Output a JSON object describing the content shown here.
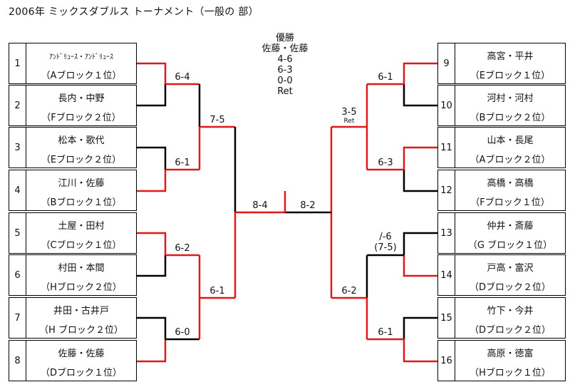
{
  "title": "2006年  ミックスダブルス  トーナメント（一般の 部）",
  "champion": {
    "label": "優勝",
    "names": "佐藤・佐藤",
    "scores": [
      "4-6",
      "6-3",
      "0-0",
      "Ret"
    ]
  },
  "left_entries": [
    {
      "num": "1",
      "names": "ｱﾝﾄﾞﾘｭｰｽ・ｱﾝﾄﾞﾘｭｰｽ",
      "block": "（Aブロック１位）"
    },
    {
      "num": "2",
      "names": "長内・中野",
      "block": "（Fブロック２位）"
    },
    {
      "num": "3",
      "names": "松本・歌代",
      "block": "（Eブロック２位）"
    },
    {
      "num": "4",
      "names": "江川・佐藤",
      "block": "（Bブロック１位）"
    },
    {
      "num": "5",
      "names": "土屋・田村",
      "block": "（Cブロック１位）"
    },
    {
      "num": "6",
      "names": "村田・本間",
      "block": "（Hブロック２位）"
    },
    {
      "num": "7",
      "names": "井田・古井戸",
      "block": "（H ブロック２位）"
    },
    {
      "num": "8",
      "names": "佐藤・佐藤",
      "block": "（Dブロック１位）"
    }
  ],
  "right_entries": [
    {
      "num": "9",
      "names": "高宮・平井",
      "block": "（Eブロック１位）"
    },
    {
      "num": "10",
      "names": "河村・河村",
      "block": "（Bブロック２位）"
    },
    {
      "num": "11",
      "names": "山本・長尾",
      "block": "（Aブロック２位）"
    },
    {
      "num": "12",
      "names": "高橋・高橋",
      "block": "（Fブロック１位）"
    },
    {
      "num": "13",
      "names": "仲井・斎藤",
      "block": "（G ブロック１位）"
    },
    {
      "num": "14",
      "names": "戸高・富沢",
      "block": "（Dブロック２位）"
    },
    {
      "num": "15",
      "names": "竹下・今井",
      "block": "（Dブロック２位）"
    },
    {
      "num": "16",
      "names": "高原・徳富",
      "block": "（Hブロック１位）"
    }
  ],
  "scores": {
    "l_r1_a": "6-4",
    "l_r1_b": "6-1",
    "l_r1_c": "6-2",
    "l_r1_d": "6-0",
    "l_r2_a": "7-5",
    "l_r2_b": "6-1",
    "l_sf": "8-4",
    "r_r1_a": "6-1",
    "r_r1_b": "6-3",
    "r_r1_c_1": "/-6",
    "r_r1_c_2": "(7-5)",
    "r_r1_d": "6-1",
    "r_r2_a": "3-5",
    "r_r2_a_note": "Ret",
    "r_r2_b": "6-2",
    "r_sf": "8-2"
  },
  "colors": {
    "winner_line": "#e01818",
    "loser_line": "#000000",
    "box_border": "#000000",
    "text": "#111111",
    "background": "#ffffff"
  }
}
